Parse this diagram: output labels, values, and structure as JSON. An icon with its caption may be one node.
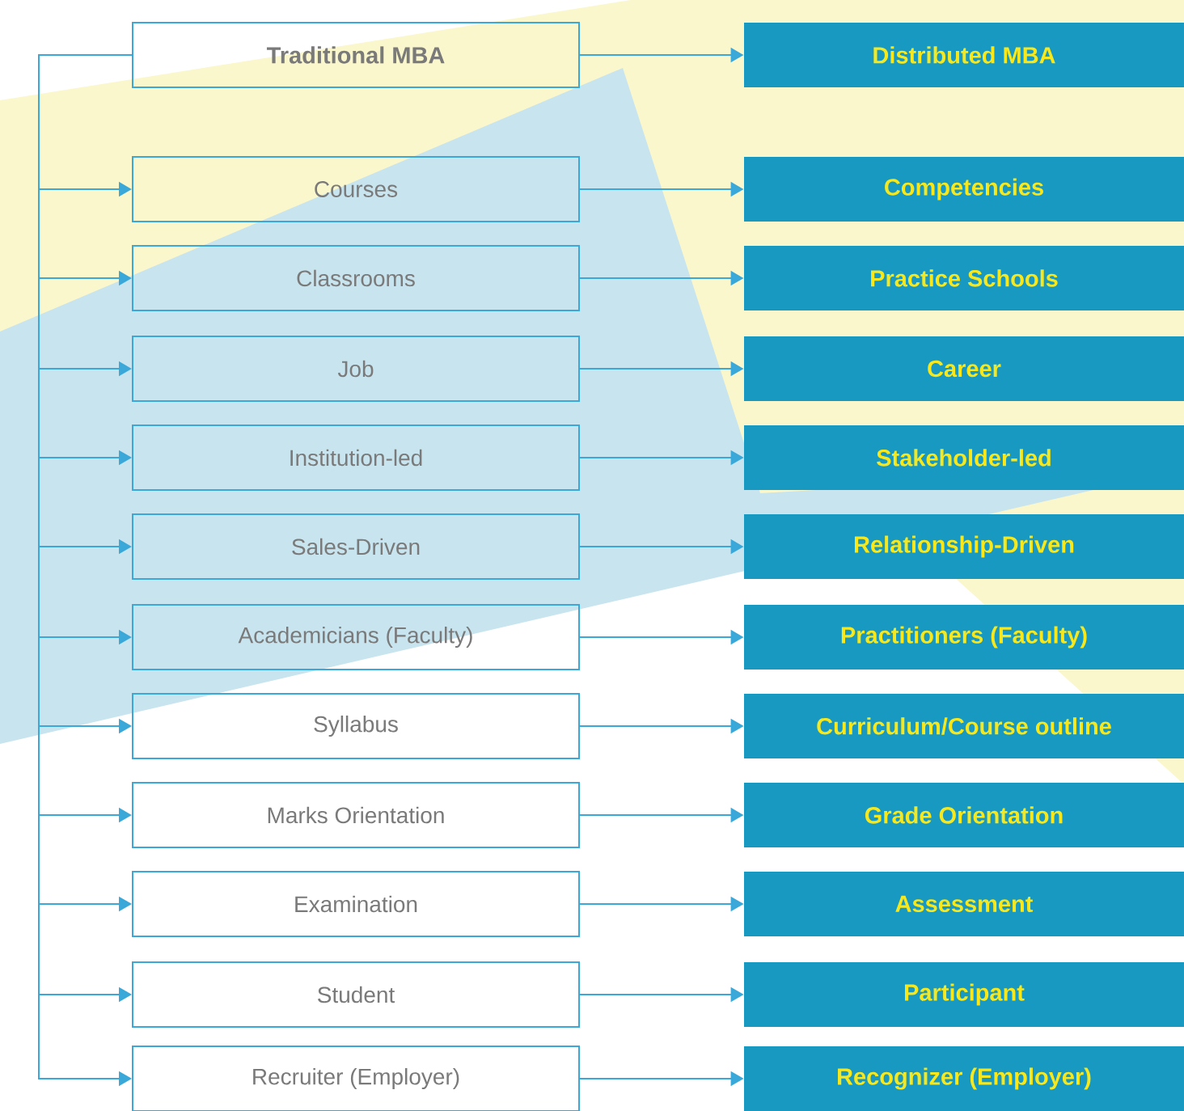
{
  "diagram": {
    "nodes": [
      {
        "text": [
          "Traditional MBA"
        ]
      },
      {
        "text": [
          "Courses"
        ]
      },
      {
        "text": [
          "Classrooms"
        ]
      },
      {
        "text": [
          "Job"
        ]
      },
      {
        "text": [
          "Institution-led"
        ]
      },
      {
        "text": [
          "Sales-Driven"
        ]
      },
      {
        "text": [
          "Academicians (Faculty)"
        ]
      },
      {
        "text": [
          "Syllabus"
        ]
      },
      {
        "text": [
          "Marks Orientation"
        ]
      },
      {
        "text": [
          "Examination"
        ]
      },
      {
        "text": [
          "Student"
        ]
      },
      {
        "text": [
          "Recruiter (Employer)"
        ]
      },
      {
        "text": [
          "Distributed MBA"
        ]
      },
      {
        "text": [
          "Competencies"
        ]
      },
      {
        "text": [
          "Practice Schools"
        ]
      },
      {
        "text": [
          "Career"
        ]
      },
      {
        "text": [
          "Stakeholder-led"
        ]
      },
      {
        "text": [
          "Relationship-Driven"
        ]
      },
      {
        "text": [
          "Practitioners (Faculty)"
        ]
      },
      {
        "text": [
          "Curriculum/Course outline"
        ]
      },
      {
        "text": [
          "Grade Orientation"
        ]
      },
      {
        "text": [
          "Assessment"
        ]
      },
      {
        "text": [
          "Participant"
        ]
      },
      {
        "text": [
          "Recognizer (Employer)"
        ]
      }
    ],
    "edges": [
      {
        "from": 0,
        "to": 12,
        "arrow": "to"
      },
      {
        "from": 1,
        "to": 13,
        "arrow": "to"
      },
      {
        "from": 2,
        "to": 14,
        "arrow": "to"
      },
      {
        "from": 3,
        "to": 15,
        "arrow": "to"
      },
      {
        "from": 4,
        "to": 16,
        "arrow": "to"
      },
      {
        "from": 5,
        "to": 17,
        "arrow": "to"
      },
      {
        "from": 6,
        "to": 18,
        "arrow": "to"
      },
      {
        "from": 7,
        "to": 19,
        "arrow": "to"
      },
      {
        "from": 8,
        "to": 20,
        "arrow": "to"
      },
      {
        "from": 9,
        "to": 21,
        "arrow": "to"
      },
      {
        "from": 10,
        "to": 22,
        "arrow": "to"
      },
      {
        "from": 11,
        "to": 23,
        "arrow": "to"
      },
      {
        "from": 0,
        "to": 1,
        "arrow": "to"
      },
      {
        "from": 0,
        "to": 2,
        "arrow": "to"
      },
      {
        "from": 0,
        "to": 3,
        "arrow": "to"
      },
      {
        "from": 0,
        "to": 4,
        "arrow": "to"
      },
      {
        "from": 0,
        "to": 5,
        "arrow": "to"
      },
      {
        "from": 0,
        "to": 6,
        "arrow": "to"
      },
      {
        "from": 0,
        "to": 7,
        "arrow": "to"
      },
      {
        "from": 0,
        "to": 8,
        "arrow": "to"
      },
      {
        "from": 0,
        "to": 9,
        "arrow": "to"
      },
      {
        "from": 0,
        "to": 10,
        "arrow": "to"
      },
      {
        "from": 0,
        "to": 11,
        "arrow": "to"
      }
    ]
  }
}
